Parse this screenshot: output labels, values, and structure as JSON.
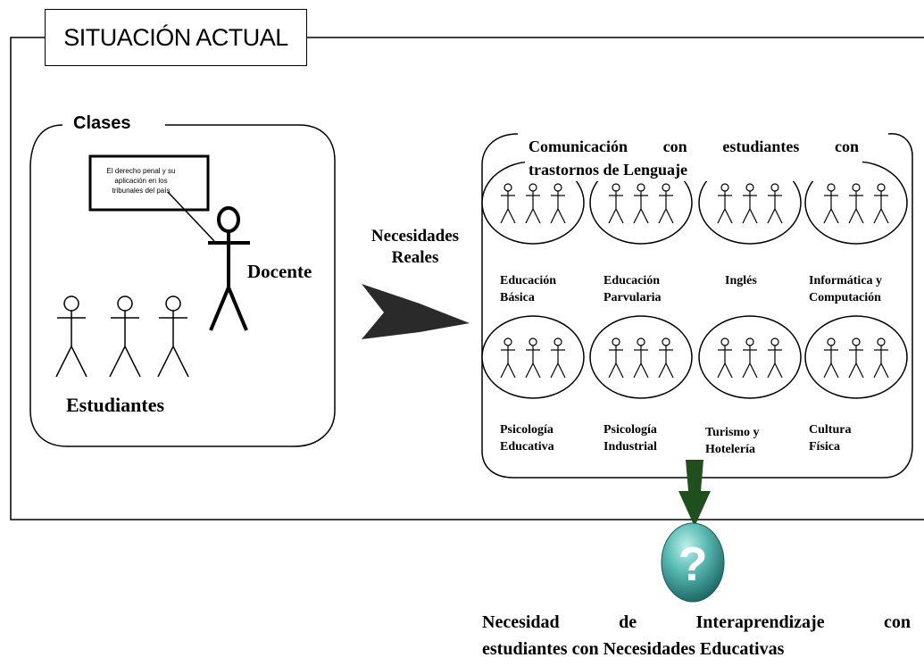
{
  "title": "SITUACIÓN ACTUAL",
  "clases": {
    "label": "Clases",
    "board_lines": [
      "El derecho penal y su",
      "aplicación en los",
      "tribunales del país"
    ],
    "docente": "Docente",
    "estudiantes": "Estudiantes"
  },
  "arrow_label": [
    "Necesidades",
    "Reales"
  ],
  "communication": {
    "title_lines": [
      "Comunicación con estudiantes con",
      "trastornos de Lenguaje"
    ],
    "groups": [
      {
        "lines": [
          "Educación",
          "Básica"
        ]
      },
      {
        "lines": [
          "Educación",
          "Parvularia"
        ]
      },
      {
        "lines": [
          "Inglés"
        ]
      },
      {
        "lines": [
          "Informática y",
          "Computación"
        ]
      },
      {
        "lines": [
          "Psicología",
          "Educativa"
        ]
      },
      {
        "lines": [
          "Psicología",
          "Industrial"
        ]
      },
      {
        "lines": [
          "Turismo y",
          "Hotelería"
        ]
      },
      {
        "lines": [
          "Cultura",
          "Física"
        ]
      }
    ]
  },
  "question_icon": "question-mark-icon",
  "result_lines": [
    "Necesidad de Interaprendizaje con",
    "estudiantes con Necesidades Educativas"
  ],
  "colors": {
    "arrow": "#2a2a2a",
    "icon_light": "#7fd3cf",
    "icon_dark": "#1f6b68",
    "down_arrow": "#1f4f1c"
  }
}
